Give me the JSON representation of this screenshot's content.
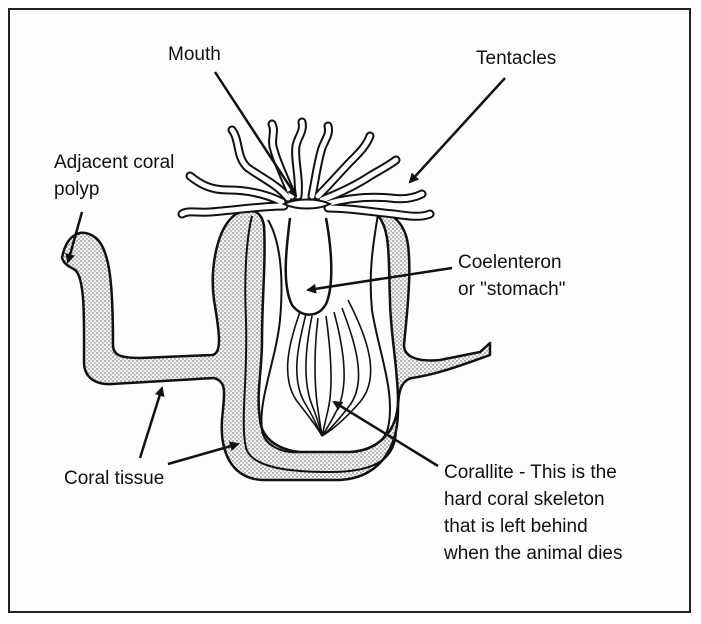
{
  "labels": {
    "mouth": "Mouth",
    "tentacles": "Tentacles",
    "adjacent_line1": "Adjacent coral",
    "adjacent_line2": "polyp",
    "coelenteron_line1": "Coelenteron",
    "coelenteron_line2": "or \"stomach\"",
    "coral_tissue": "Coral tissue",
    "corallite_line1": "Corallite - This is the",
    "corallite_line2": "hard coral skeleton",
    "corallite_line3": "that is left behind",
    "corallite_line4": "when the animal dies"
  }
}
